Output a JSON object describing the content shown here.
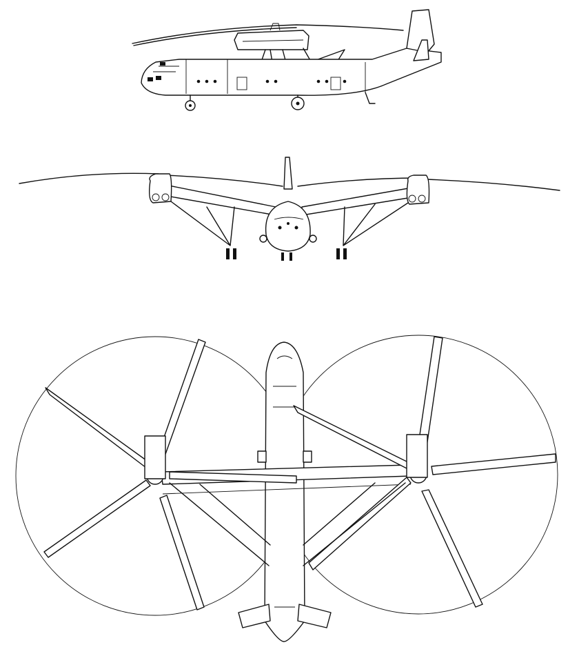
{
  "drawing": {
    "views": [
      "side",
      "front",
      "top"
    ],
    "line_color": "#111111",
    "background": "#ffffff"
  }
}
